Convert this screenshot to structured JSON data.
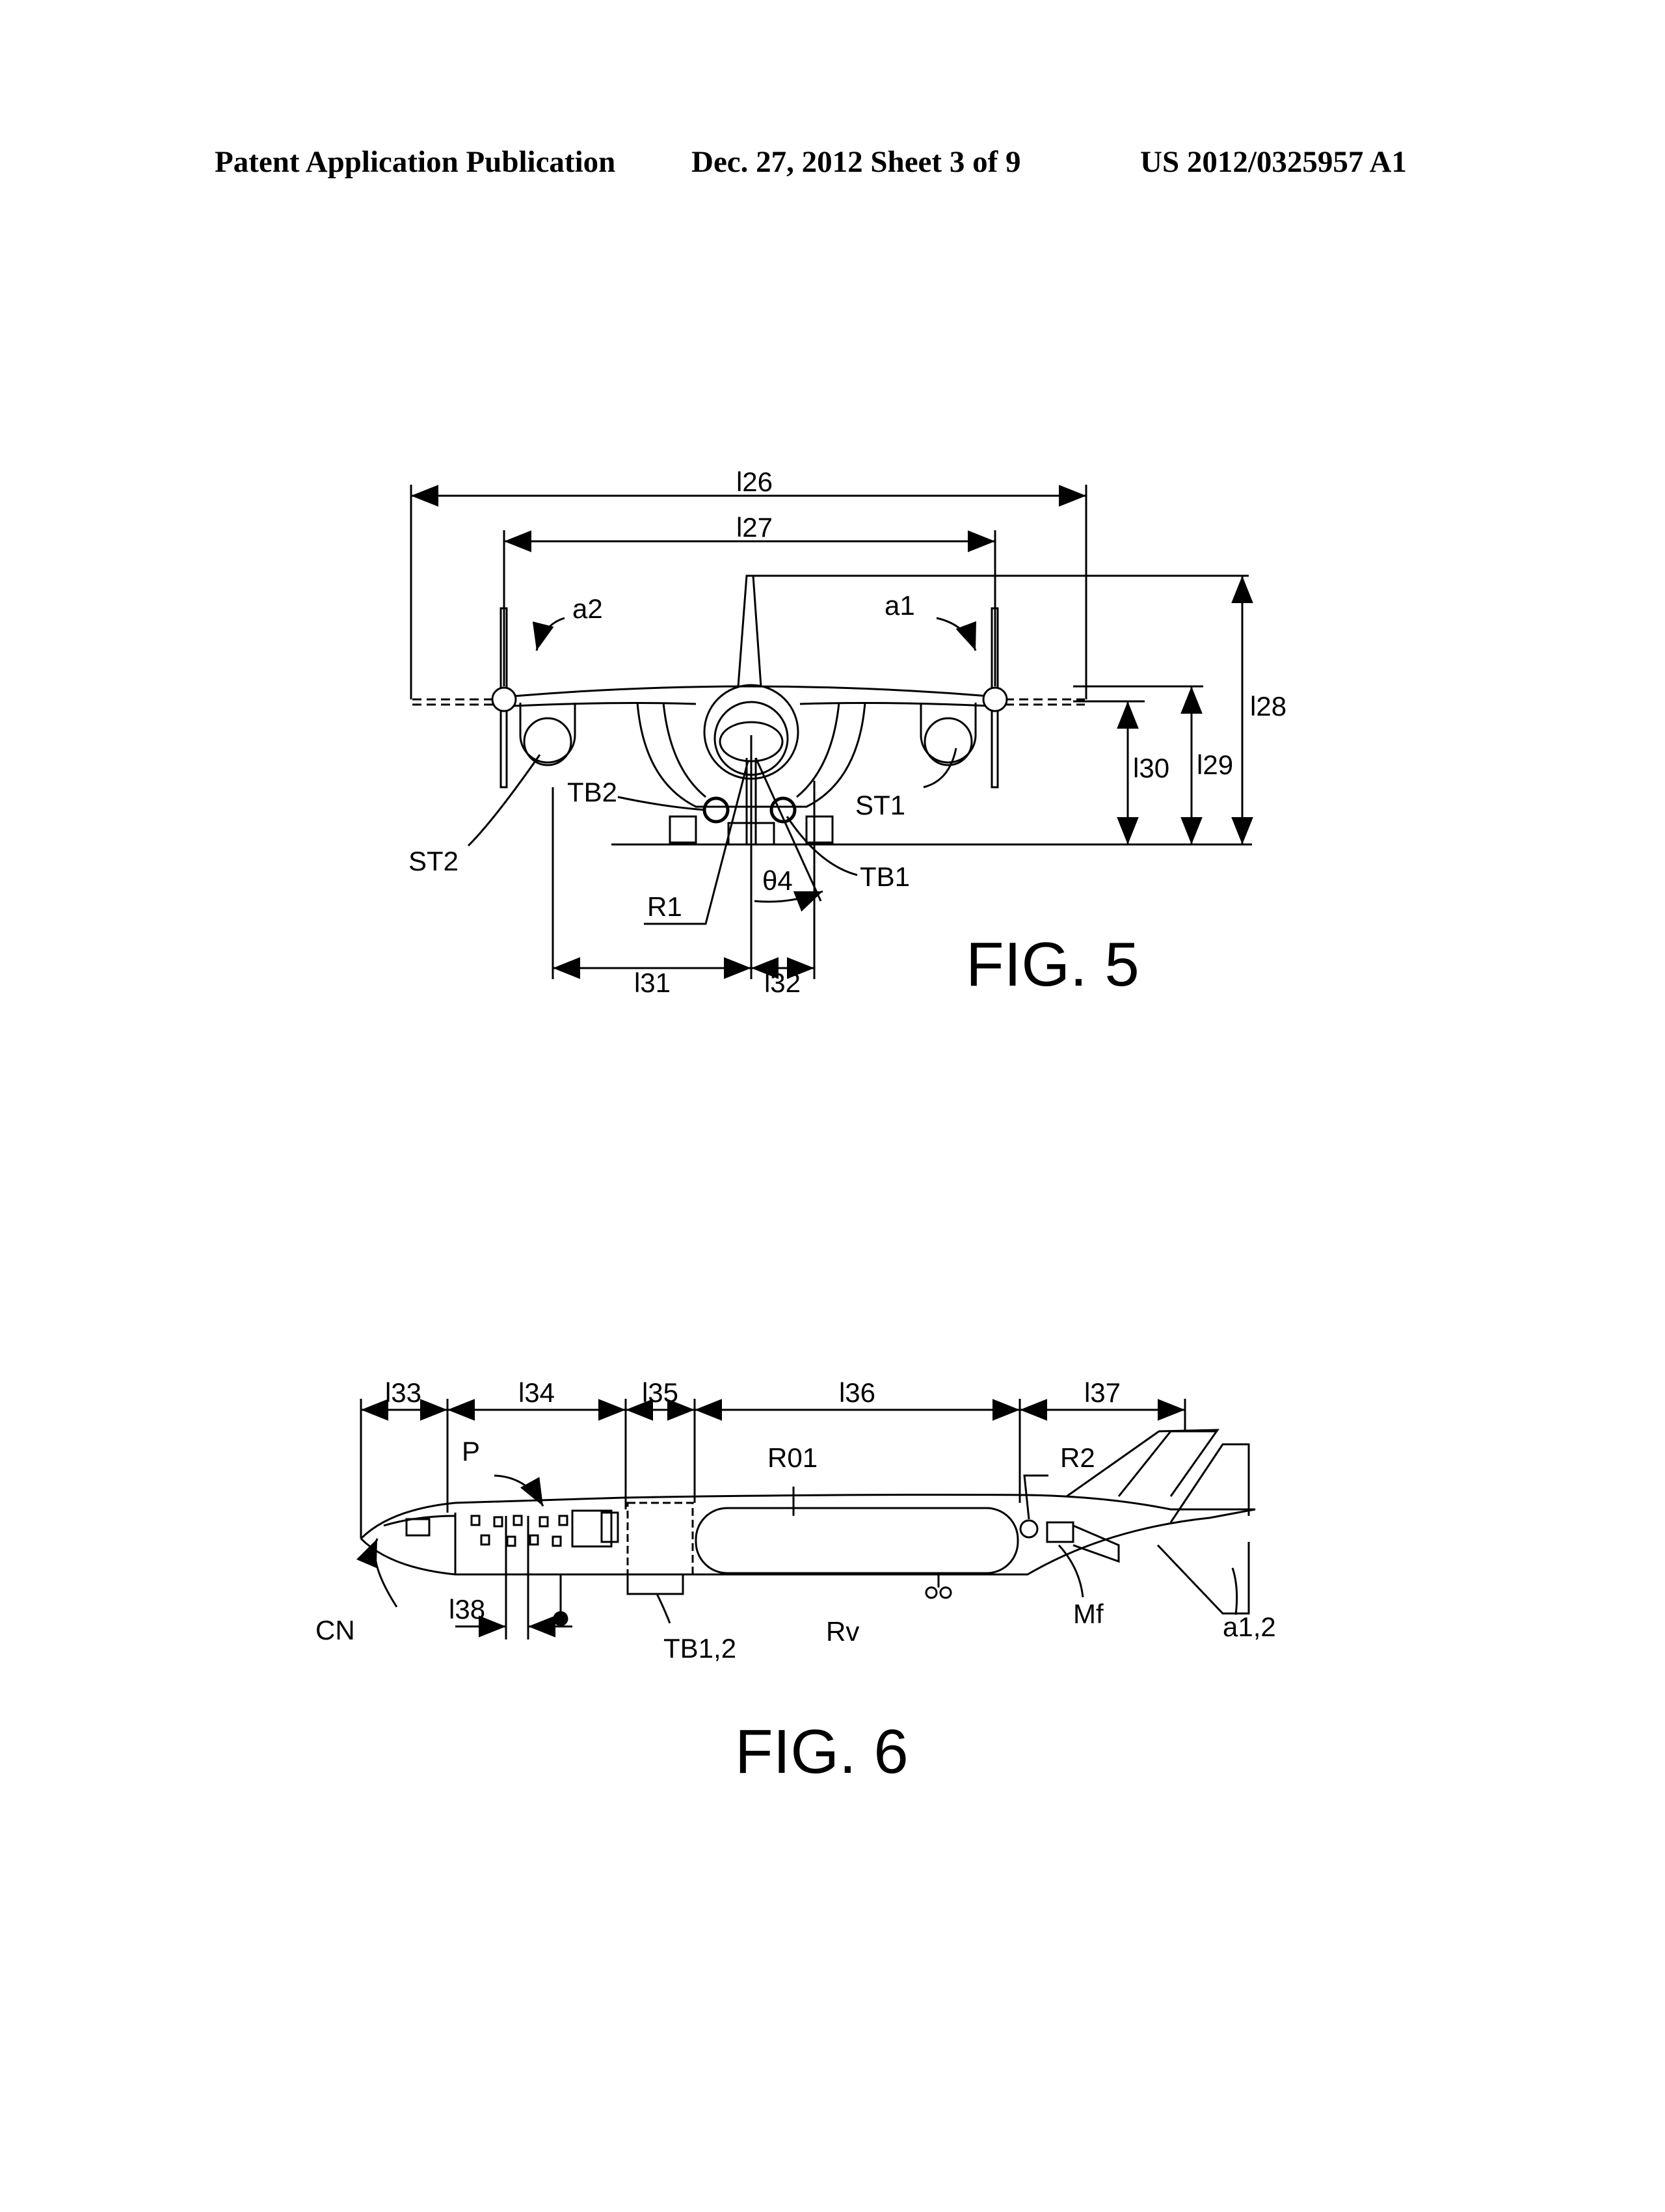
{
  "header": {
    "left": "Patent Application Publication",
    "date_sheet": "Dec. 27, 2012   Sheet 3 of 9",
    "number": "US 2012/0325957 A1"
  },
  "fig5": {
    "caption": "FIG. 5",
    "labels": {
      "l26": "l26",
      "l27": "l27",
      "l28": "l28",
      "l29": "l29",
      "l30": "l30",
      "l31": "l31",
      "l32": "l32",
      "a1": "a1",
      "a2": "a2",
      "st1": "ST1",
      "st2": "ST2",
      "tb1": "TB1",
      "tb2": "TB2",
      "r1": "R1",
      "theta4": "θ4"
    }
  },
  "fig6": {
    "caption": "FIG. 6",
    "labels": {
      "l33": "l33",
      "l34": "l34",
      "l35": "l35",
      "l36": "l36",
      "l37": "l37",
      "l38": "l38",
      "p": "P",
      "r01": "R01",
      "r2": "R2",
      "cn": "CN",
      "tb12": "TB1,2",
      "rv": "Rv",
      "mf": "Mf",
      "a12": "a1,2"
    }
  }
}
